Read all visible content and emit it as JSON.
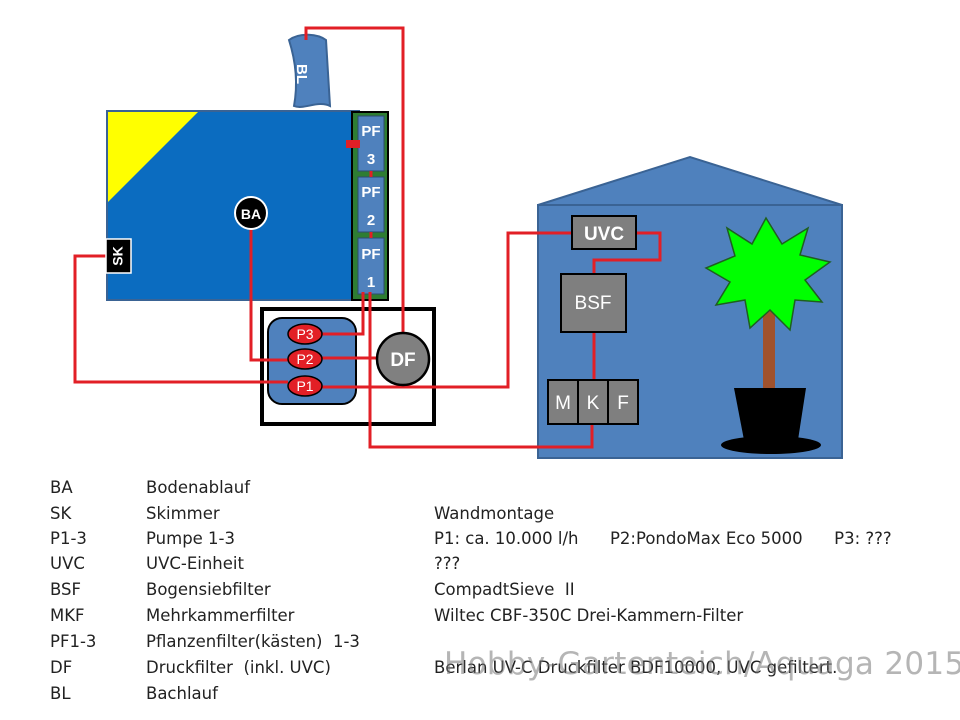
{
  "diagram": {
    "labels": {
      "bl": "BL",
      "ba": "BA",
      "sk": "SK",
      "pf3_line1": "PF",
      "pf3_line2": "3",
      "pf2_line1": "PF",
      "pf2_line2": "2",
      "pf1_line1": "PF",
      "pf1_line2": "1",
      "p3": "P3",
      "p2": "P2",
      "p1": "P1",
      "df": "DF",
      "uvc": "UVC",
      "bsf": "BSF",
      "mkf_m": "M",
      "mkf_k": "K",
      "mkf_f": "F"
    },
    "colors": {
      "pond_blue": "#0B6CC0",
      "box_blue": "#4F81BD",
      "pipe_red": "#E21F26",
      "gray_unit": "#7F7F7F",
      "yellow": "#FFFF00",
      "plant_green": "#00FF00",
      "pot_black": "#000000",
      "trunk_brown": "#A0522D"
    }
  },
  "legend": [
    {
      "abbr": "BA",
      "name": "Bodenablauf",
      "note": ""
    },
    {
      "abbr": "SK",
      "name": "Skimmer",
      "note": "Wandmontage"
    },
    {
      "abbr": "P1-3",
      "name": "Pumpe 1-3",
      "note": "P1: ca. 10.000 l/h      P2:PondoMax Eco 5000      P3: ???"
    },
    {
      "abbr": "UVC",
      "name": "UVC-Einheit",
      "note": "???"
    },
    {
      "abbr": "BSF",
      "name": "Bogensiebfilter",
      "note": "CompadtSieve  II"
    },
    {
      "abbr": "MKF",
      "name": "Mehrkammerfilter",
      "note": "Wiltec CBF-350C Drei-Kammern-Filter"
    },
    {
      "abbr": "PF1-3",
      "name": "Pflanzenfilter(kästen)  1-3",
      "note": ""
    },
    {
      "abbr": "DF",
      "name": "Druckfilter  (inkl. UVC)",
      "note": "Berlan UV-C Druckfilter BDF10000, UVC gefiltert."
    },
    {
      "abbr": "BL",
      "name": "Bachlauf",
      "note": ""
    }
  ],
  "watermark": "Hobby-Gartenteich/Aquaga 2015"
}
